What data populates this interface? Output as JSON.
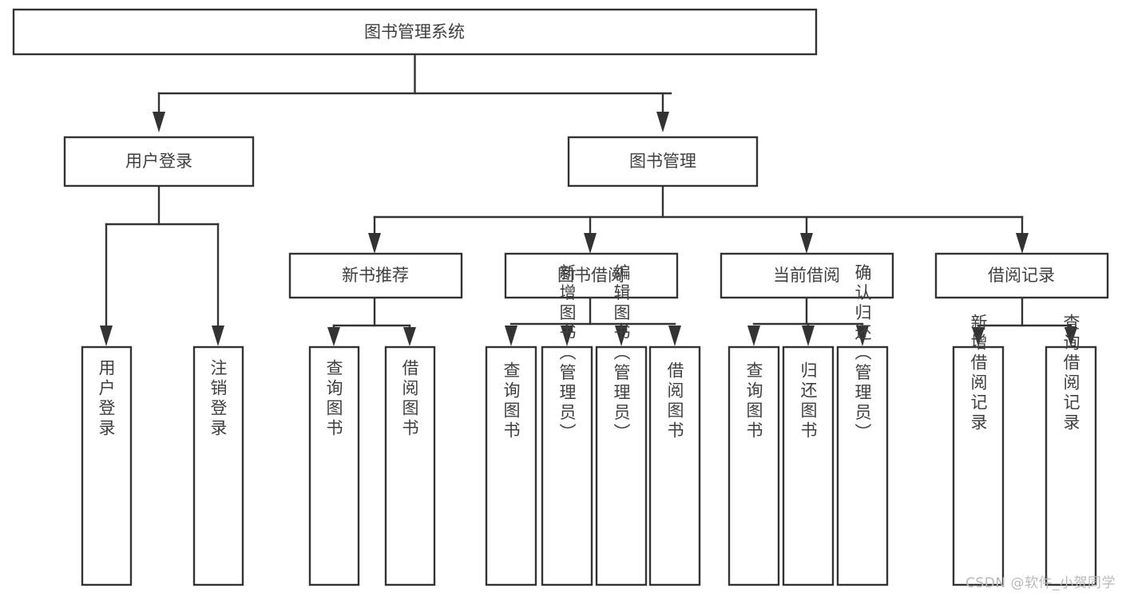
{
  "diagram": {
    "title": "图书管理系统",
    "type": "tree",
    "orientation": "top-down",
    "colors": {
      "box_stroke": "#333333",
      "box_fill": "#ffffff",
      "text": "#3f3f3f",
      "background": "#ffffff",
      "watermark": "#b9b9b9"
    },
    "root": {
      "label": "图书管理系统",
      "text_orientation": "horizontal"
    },
    "level2": [
      {
        "label": "用户登录",
        "text_orientation": "horizontal"
      },
      {
        "label": "图书管理",
        "text_orientation": "horizontal"
      }
    ],
    "level3": [
      {
        "label": "新书推荐",
        "text_orientation": "horizontal"
      },
      {
        "label": "图书借阅",
        "text_orientation": "horizontal"
      },
      {
        "label": "当前借阅",
        "text_orientation": "horizontal"
      },
      {
        "label": "借阅记录",
        "text_orientation": "horizontal"
      }
    ],
    "leaves": {
      "user_login": [
        {
          "label": "用户登录",
          "text_orientation": "vertical"
        },
        {
          "label": "注销登录",
          "text_orientation": "vertical"
        }
      ],
      "new_book_recommend": [
        {
          "label": "查询图书",
          "text_orientation": "vertical"
        },
        {
          "label": "借阅图书",
          "text_orientation": "vertical"
        }
      ],
      "book_borrow": [
        {
          "label": "查询图书",
          "text_orientation": "vertical"
        },
        {
          "label": "新增图书（管理员）",
          "text_orientation": "vertical"
        },
        {
          "label": "编辑图书（管理员）",
          "text_orientation": "vertical"
        },
        {
          "label": "借阅图书",
          "text_orientation": "vertical"
        }
      ],
      "current_borrow": [
        {
          "label": "查询图书",
          "text_orientation": "vertical"
        },
        {
          "label": "归还图书",
          "text_orientation": "vertical"
        },
        {
          "label": "确认归还（管理员）",
          "text_orientation": "vertical"
        }
      ],
      "borrow_record": [
        {
          "label": "新增借阅记录",
          "text_orientation": "vertical"
        },
        {
          "label": "查询借阅记录",
          "text_orientation": "vertical"
        }
      ]
    }
  },
  "watermark": {
    "text": "CSDN @软件_小贺同学"
  }
}
